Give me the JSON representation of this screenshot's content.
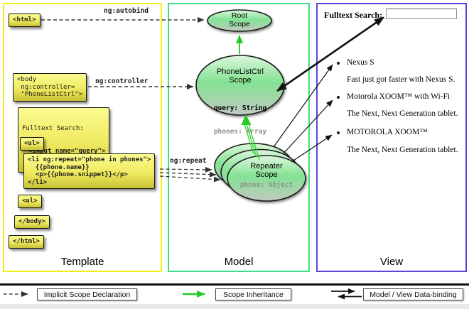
{
  "template": {
    "column_label": "Template",
    "html_open": "<html>",
    "body_open": "<body\n ng:controller=\n \"PhoneListCtrl\">",
    "fulltext_line1": "Fulltext Search:",
    "fulltext_line2": "<input name=\"query\">",
    "ul_open": "<ul>",
    "li_repeat": "<li ng:repeat=\"phone in phones\">\n  {{phone.name}}\n  <p>{{phone.snippet}}</p>\n</li>",
    "ul_close": "<ul>",
    "body_close": "</body>",
    "html_close": "</html>",
    "label_autobind": "ng:autobind",
    "label_controller": "ng:controller",
    "label_repeat": "ng:repeat"
  },
  "model": {
    "column_label": "Model",
    "root_scope_title": "Root\nScope",
    "phonelist_title": "PhoneListCtrl\nScope",
    "phonelist_prop_query": "query: String",
    "phonelist_prop_phones": "phones: Array",
    "repeater_title": "Repeater\nScope",
    "repeater_prop_phone": "phone: Object"
  },
  "view": {
    "column_label": "View",
    "search_label": "Fulltext Search:",
    "search_value": "",
    "items": [
      {
        "title": "Nexus S",
        "desc": "Fast just got faster with Nexus S."
      },
      {
        "title": "Motorola XOOM™ with Wi-Fi",
        "desc": "The Next, Next Generation tablet."
      },
      {
        "title": "MOTOROLA XOOM™",
        "desc": "The Next, Next Generation tablet."
      }
    ]
  },
  "legend": {
    "implicit_label": "Implicit Scope Declaration",
    "inheritance_label": "Scope Inheritance",
    "databinding_label": "Model / View Data-binding"
  },
  "colors": {
    "template_border": "#f2ee1c",
    "model_border": "#3fdd88",
    "view_border": "#5b45d6",
    "scope_arrow_green": "#22cc22"
  }
}
